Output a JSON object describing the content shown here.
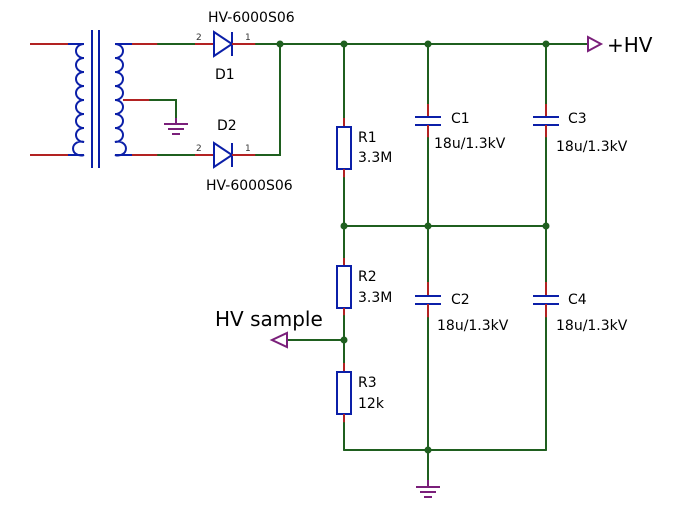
{
  "diodes": {
    "d1": {
      "ref": "D1",
      "part": "HV-6000S06",
      "pin_a": "2",
      "pin_k": "1"
    },
    "d2": {
      "ref": "D2",
      "part": "HV-6000S06",
      "pin_a": "2",
      "pin_k": "1"
    }
  },
  "resistors": {
    "r1": {
      "ref": "R1",
      "value": "3.3M"
    },
    "r2": {
      "ref": "R2",
      "value": "3.3M"
    },
    "r3": {
      "ref": "R3",
      "value": "12k"
    }
  },
  "capacitors": {
    "c1": {
      "ref": "C1",
      "value": "18u/1.3kV"
    },
    "c2": {
      "ref": "C2",
      "value": "18u/1.3kV"
    },
    "c3": {
      "ref": "C3",
      "value": "18u/1.3kV"
    },
    "c4": {
      "ref": "C4",
      "value": "18u/1.3kV"
    }
  },
  "ports": {
    "hv_out": "+HV",
    "hv_sample": "HV sample"
  },
  "colors": {
    "wire": "#1f5f1f",
    "component": "#0b1fa8",
    "pin": "#b22222",
    "ground_and_ports": "#7a1f7a"
  }
}
